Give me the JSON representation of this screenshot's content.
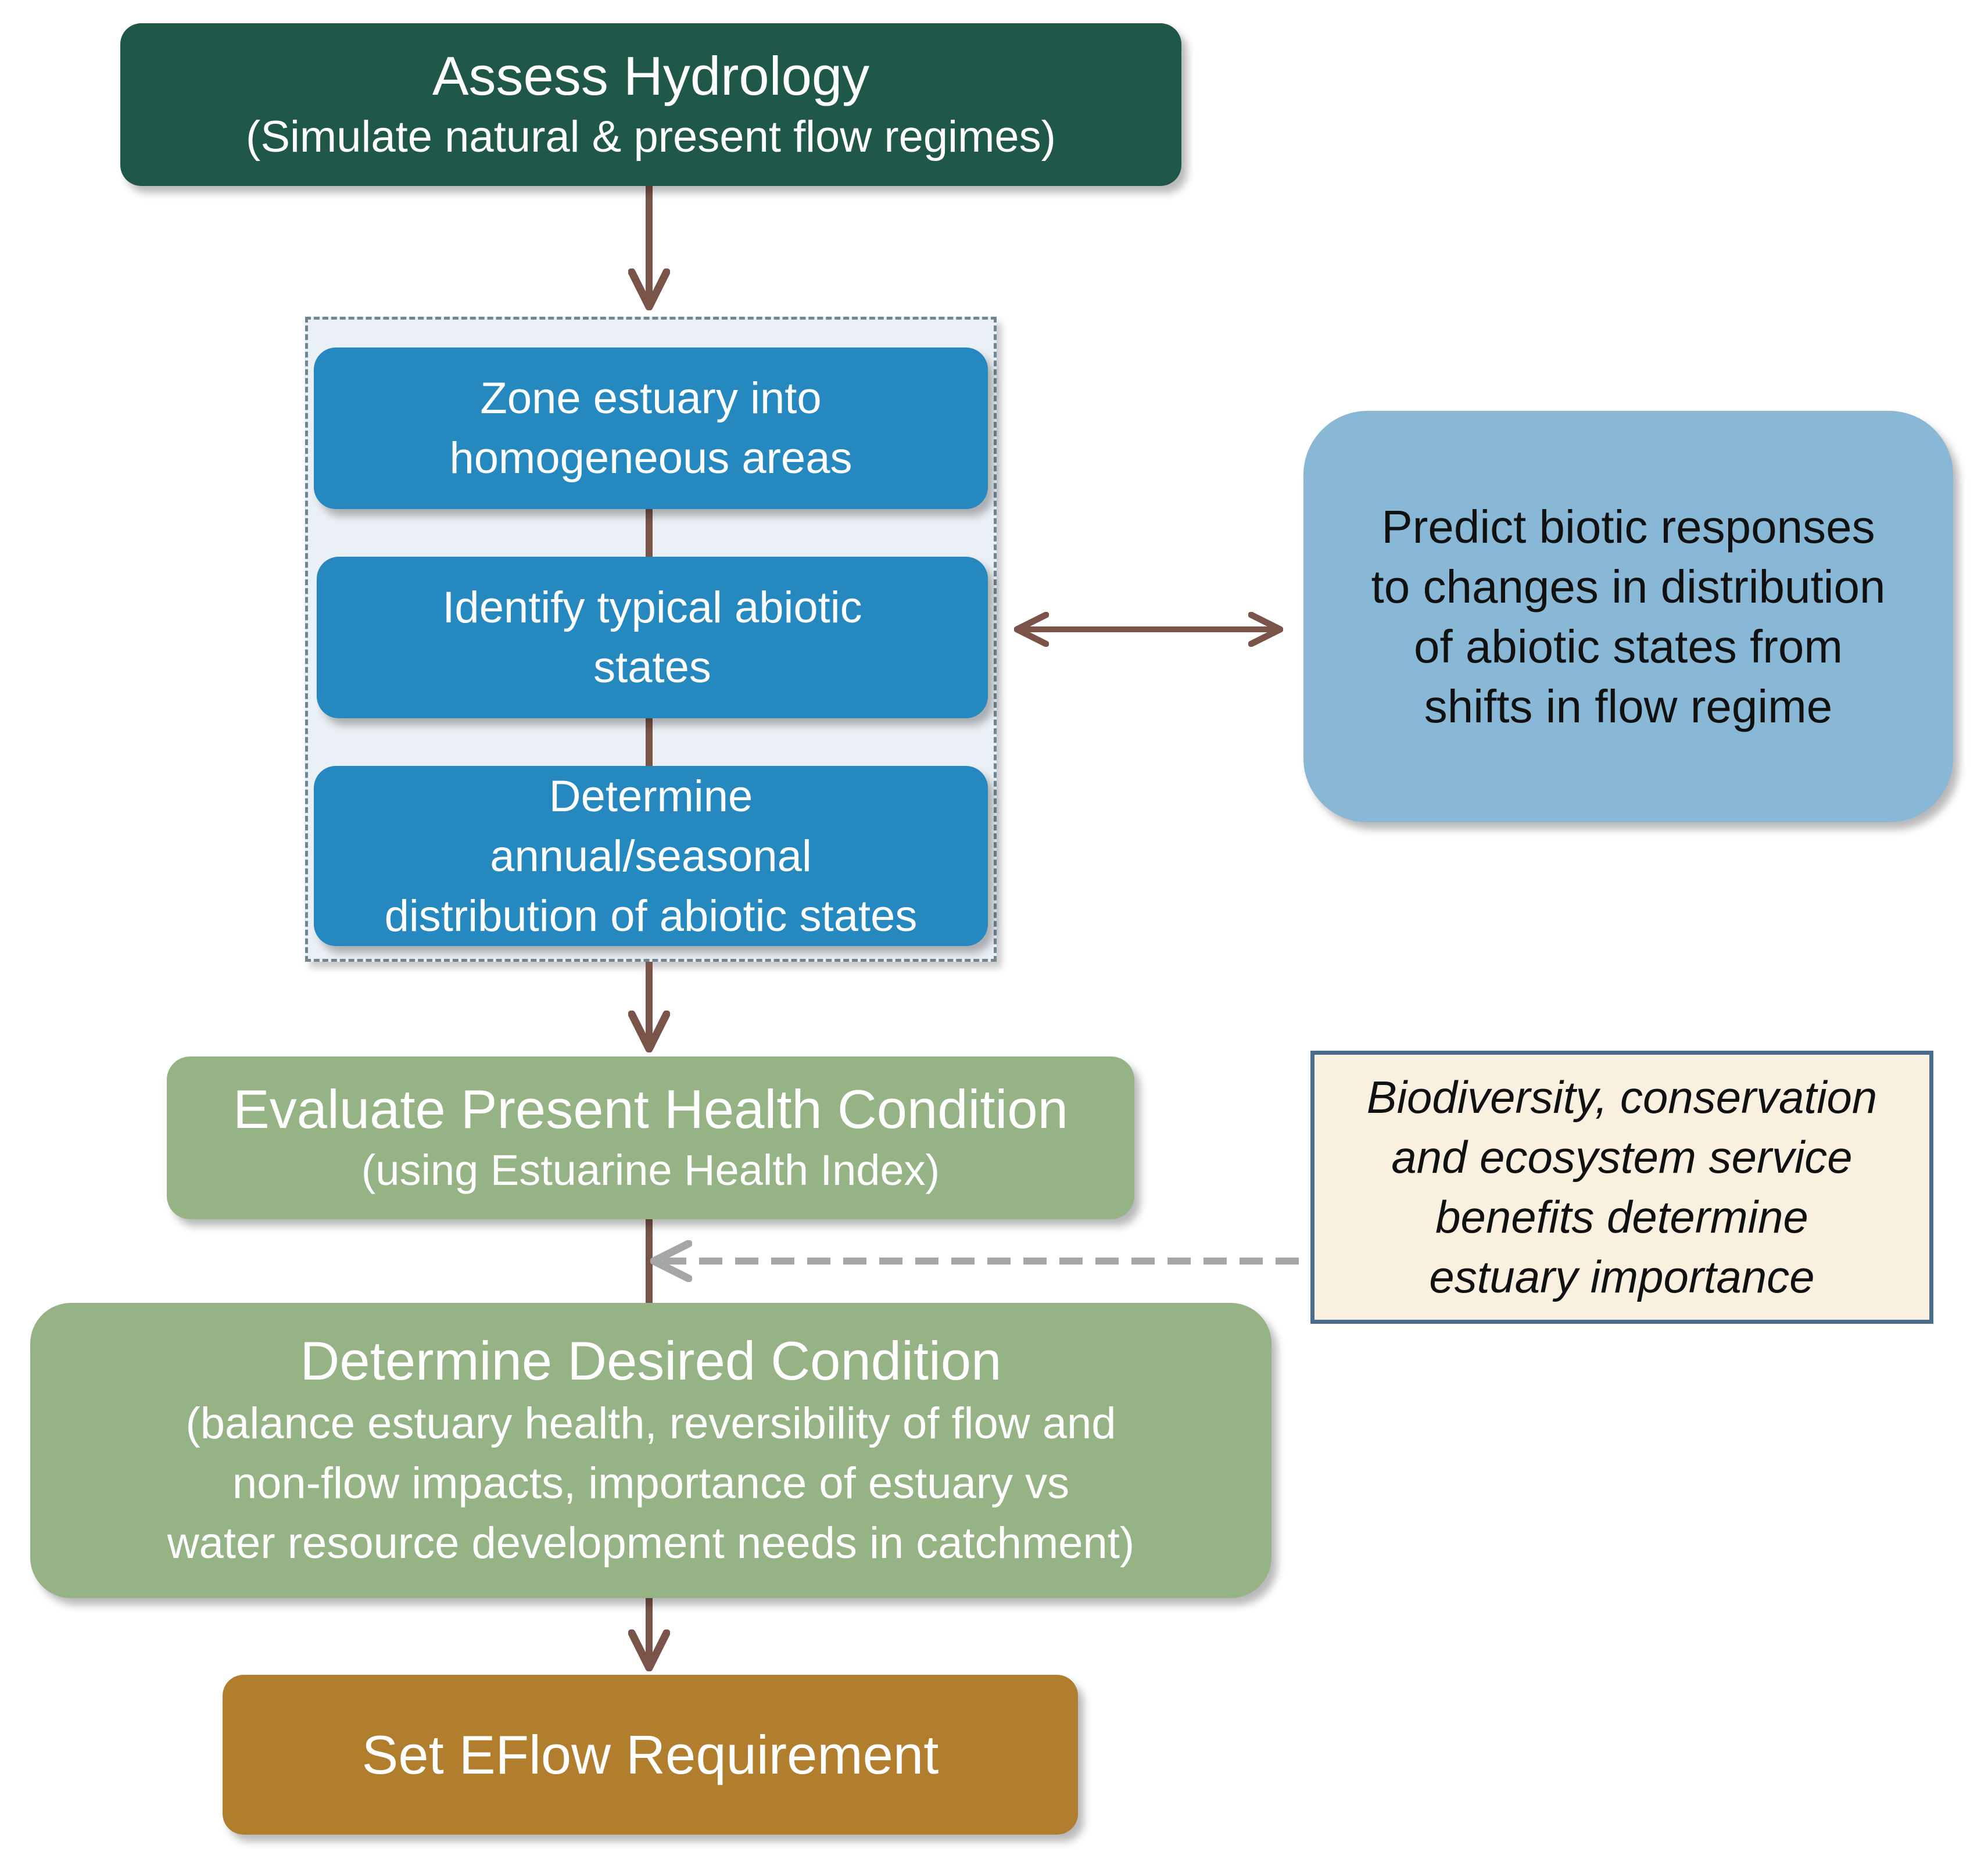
{
  "assess": {
    "title": "Assess Hydrology",
    "subtitle": "(Simulate natural & present flow regimes)"
  },
  "steps": {
    "zone": [
      "Zone estuary into",
      "homogeneous areas"
    ],
    "identify": [
      "Identify typical abiotic",
      "states"
    ],
    "determine": [
      "Determine",
      "annual/seasonal",
      "distribution of abiotic states"
    ]
  },
  "predict": [
    "Predict biotic responses",
    "to changes in distribution",
    "of abiotic states from",
    "shifts in flow regime"
  ],
  "evaluate": {
    "title": "Evaluate Present Health Condition",
    "subtitle": "(using Estuarine Health Index)"
  },
  "importance": [
    "Biodiversity, conservation",
    "and ecosystem service",
    "benefits determine",
    "estuary importance"
  ],
  "desired": {
    "title": "Determine Desired Condition",
    "lines": [
      "(balance estuary health, reversibility of flow and",
      "non-flow impacts, importance of estuary vs",
      "water resource development needs in catchment)"
    ]
  },
  "eflow": {
    "title": "Set EFlow Requirement"
  },
  "colors": {
    "assess": "#1f5849",
    "steps": "#2589bf",
    "predict": "#89b7d6",
    "health": "#95b384",
    "eflow": "#b07e2d",
    "arrow": "#7a5448",
    "dashed_arrow": "#a6a6a6",
    "importance_border": "#496e8d",
    "importance_fill": "#faf0df"
  }
}
